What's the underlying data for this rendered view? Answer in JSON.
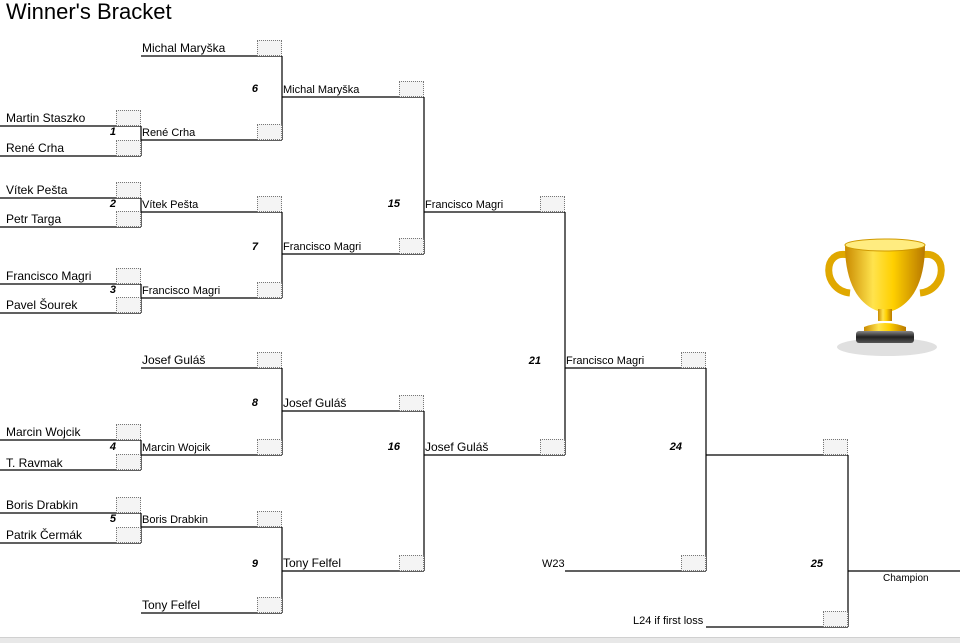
{
  "title": "Winner's Bracket",
  "round1": [
    {
      "num": "1",
      "top": "Martin Staszko",
      "bottom": "René Crha"
    },
    {
      "num": "2",
      "top": "Vítek Pešta",
      "bottom": "Petr Targa"
    },
    {
      "num": "3",
      "top": "Francisco Magri",
      "bottom": "Pavel Šourek"
    },
    {
      "num": "4",
      "top": "Marcin Wojcik",
      "bottom": "T. Ravmak"
    },
    {
      "num": "5",
      "top": "Boris Drabkin",
      "bottom": "Patrik Čermák"
    }
  ],
  "round2": [
    {
      "num": "6",
      "top": "Michal Maryška",
      "bottom": "René Crha"
    },
    {
      "num": "7",
      "top": "Vítek Pešta",
      "bottom": "Francisco Magri"
    },
    {
      "num": "8",
      "top": "Josef Guláš",
      "bottom": "Marcin Wojcik"
    },
    {
      "num": "9",
      "top": "Boris Drabkin",
      "bottom": "Tony Felfel"
    }
  ],
  "round3": [
    {
      "num": "15",
      "top": "Michal Maryška",
      "bottom": "Francisco Magri"
    },
    {
      "num": "16",
      "top": "Josef Guláš",
      "bottom": "Tony Felfel"
    }
  ],
  "round4": [
    {
      "num": "21",
      "top": "Francisco Magri",
      "bottom": "Josef Guláš"
    }
  ],
  "round5": [
    {
      "num": "24",
      "top": "Francisco Magri",
      "bottom": "W23"
    }
  ],
  "final": {
    "num": "25",
    "bottom": "L24 if first loss",
    "result_label": "Champion"
  },
  "trophy_icon": "trophy-icon"
}
